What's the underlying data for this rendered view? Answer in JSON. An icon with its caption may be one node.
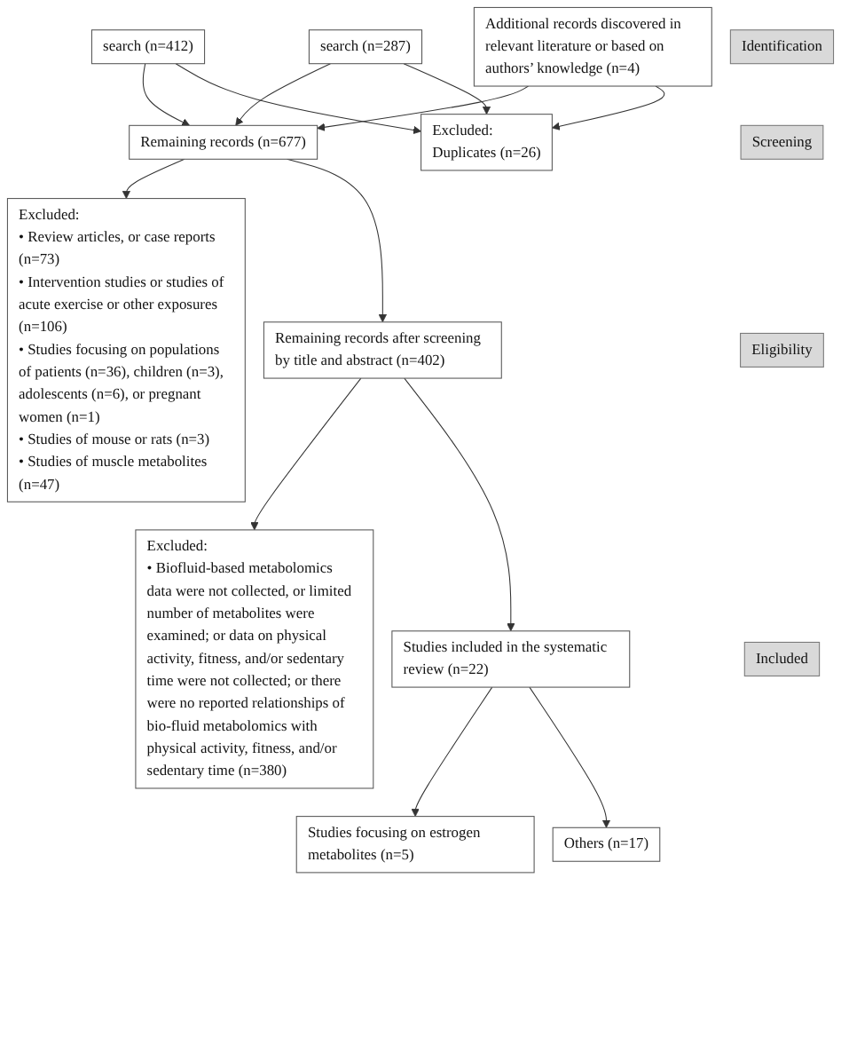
{
  "diagram": {
    "nodes": [
      {
        "text": [
          "Identification"
        ]
      },
      {
        "text": [
          "search (n=412)"
        ]
      },
      {
        "text": [
          "search (n=287)"
        ]
      },
      {
        "text": [
          "Additional records discovered in relevant literature or based on authors’ knowledge (n=4)"
        ]
      },
      {
        "text": [
          "Excluded:",
          "Duplicates (n=26)"
        ]
      },
      {
        "text": [
          "Remaining records (n=677)"
        ]
      },
      {
        "text": [
          "Screening"
        ]
      },
      {
        "text": [
          "Excluded:",
          "• Review articles, or case reports (n=73)",
          "• Intervention studies or studies of acute exercise or other exposures (n=106)",
          "• Studies focusing on populations of patients (n=36), children (n=3), adolescents (n=6), or pregnant women (n=1)",
          "• Studies of mouse or rats (n=3)",
          "• Studies of muscle metabolites (n=47)"
        ]
      },
      {
        "text": [
          "Remaining records after screening by title and abstract (n=402)"
        ]
      },
      {
        "text": [
          "Eligibility"
        ]
      },
      {
        "text": [
          "Excluded:",
          "• Biofluid-based metabolomics data were not collected, or limited number of metabolites were examined; or data on physical activity, fitness, and/or sedentary time were not collected; or there were no reported relationships of bio-fluid metabolomics with physical activity, fitness, and/or sedentary time (n=380)"
        ]
      },
      {
        "text": [
          "Included"
        ]
      },
      {
        "text": [
          "Studies included in the systematic review (n=22)"
        ]
      },
      {
        "text": [
          "Studies focusing on estrogen metabolites (n=5)"
        ]
      },
      {
        "text": [
          "Others (n=17)"
        ]
      }
    ],
    "edges": [
      {
        "from": 1,
        "to": 5,
        "arrow": "to"
      },
      {
        "from": 2,
        "to": 5,
        "arrow": "to"
      },
      {
        "from": 3,
        "to": 5,
        "arrow": "to"
      },
      {
        "from": 1,
        "to": 4,
        "arrow": "to"
      },
      {
        "from": 2,
        "to": 4,
        "arrow": "to"
      },
      {
        "from": 3,
        "to": 4,
        "arrow": "to"
      },
      {
        "from": 5,
        "to": 7,
        "arrow": "to"
      },
      {
        "from": 5,
        "to": 8,
        "arrow": "to"
      },
      {
        "from": 8,
        "to": 10,
        "arrow": "to"
      },
      {
        "from": 8,
        "to": 12,
        "arrow": "to"
      },
      {
        "from": 12,
        "to": 13,
        "arrow": "to"
      },
      {
        "from": 12,
        "to": 14,
        "arrow": "to"
      }
    ]
  }
}
